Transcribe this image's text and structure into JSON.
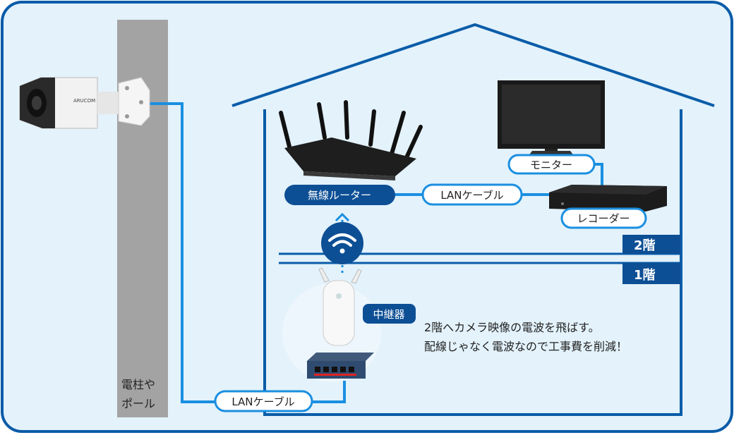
{
  "labels": {
    "pole": [
      "電柱や",
      "ポール"
    ],
    "router": "無線ルーター",
    "lan_top": "LANケーブル",
    "lan_bottom": "LANケーブル",
    "monitor": "モニター",
    "recorder": "レコーダー",
    "repeater": "中継器",
    "floor2": "2階",
    "floor1": "1階",
    "camera_brand": "ARUCOM"
  },
  "note": [
    "2階へカメラ映像の電波を飛ばす。",
    "配線じゃなく電波なので工事費を削減！"
  ],
  "colors": {
    "background": "#e3f2fb",
    "frame": "#0a5ca8",
    "cable": "#1a8fe0",
    "pill_dark": "#0d4f95",
    "pole": "#a3a3a3"
  },
  "icons": [
    "camera-icon",
    "router-icon",
    "monitor-icon",
    "recorder-icon",
    "wifi-icon",
    "repeater-icon",
    "switch-icon"
  ]
}
